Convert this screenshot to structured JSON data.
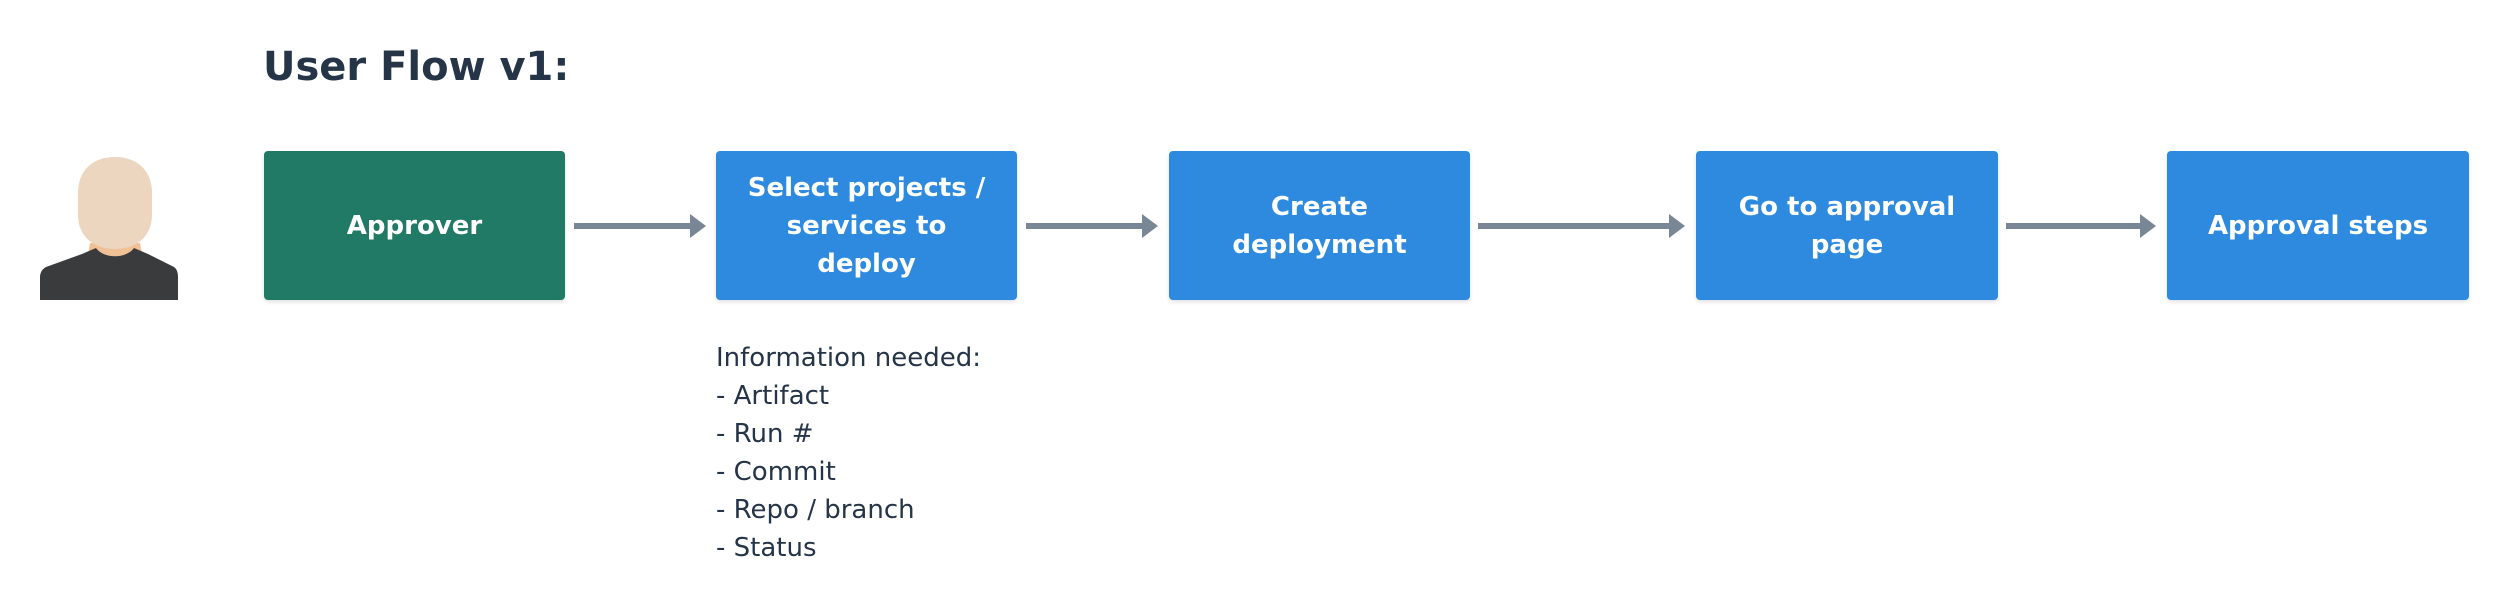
{
  "title": "User Flow v1:",
  "icons": {
    "user": "user-avatar-icon",
    "arrow": "right-arrow-icon"
  },
  "colors": {
    "title_text": "#253447",
    "green_box": "#207a66",
    "blue_box": "#2e8ade",
    "arrow": "#788695",
    "box_text": "#ffffff"
  },
  "flow": {
    "steps": [
      {
        "label": "Approver",
        "style": "green"
      },
      {
        "label": "Select projects /\nservices to deploy",
        "style": "blue"
      },
      {
        "label": "Create deployment",
        "style": "blue"
      },
      {
        "label": "Go to approval page",
        "style": "blue"
      },
      {
        "label": "Approval steps",
        "style": "blue"
      }
    ]
  },
  "notes": {
    "heading": "Information needed:",
    "items": [
      "- Artifact",
      "- Run #",
      "- Commit",
      "- Repo / branch",
      "- Status"
    ]
  }
}
